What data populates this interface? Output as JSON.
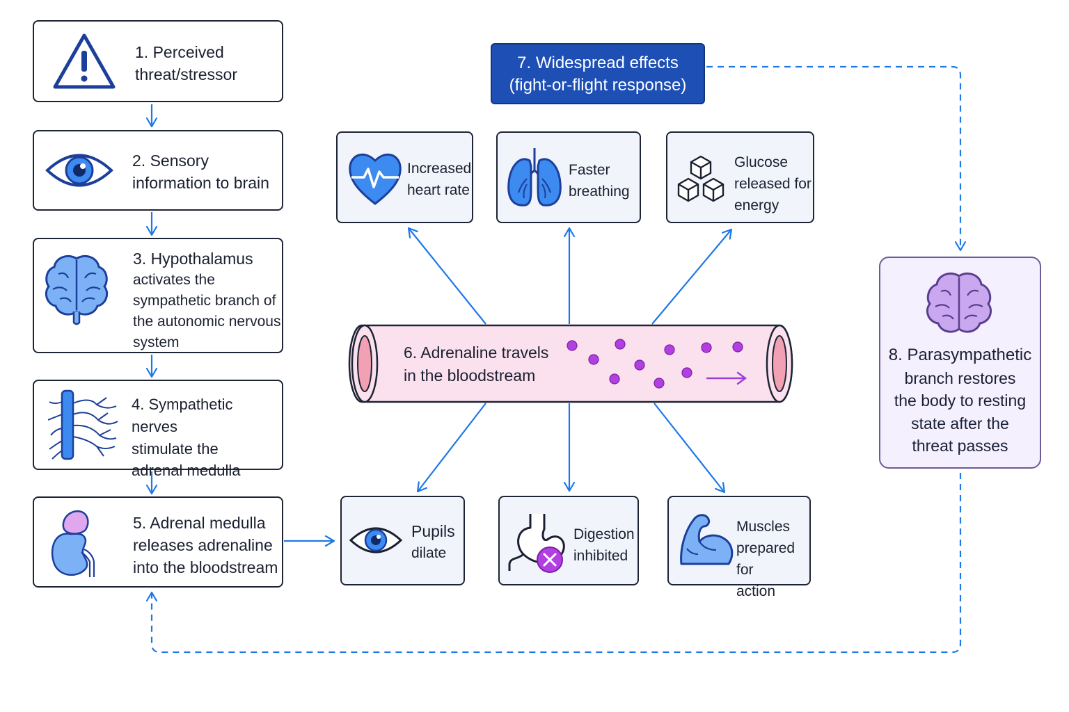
{
  "steps": [
    {
      "id": "1",
      "lines": [
        "1. Perceived",
        "threat/stressor"
      ],
      "icon": "warning-icon"
    },
    {
      "id": "2",
      "lines": [
        "2. Sensory",
        "information to brain"
      ],
      "icon": "eye-icon"
    },
    {
      "id": "3",
      "lines": [
        "3. Hypothalamus",
        "activates the",
        "sympathetic branch of",
        "the autonomic nervous",
        "system"
      ],
      "icon": "brain-icon"
    },
    {
      "id": "4",
      "lines": [
        "4. Sympathetic nerves",
        "stimulate the",
        "adrenal medulla"
      ],
      "icon": "nerve-icon"
    },
    {
      "id": "5",
      "lines": [
        "5. Adrenal medulla",
        "releases adrenaline",
        "into the bloodstream"
      ],
      "icon": "kidney-icon"
    }
  ],
  "bloodstream": {
    "lines": [
      "6. Adrenaline travels",
      "in the bloodstream"
    ],
    "icon": "blood-vessel-icon"
  },
  "widespread": {
    "lines": [
      "7. Widespread effects",
      "(fight-or-flight response)"
    ]
  },
  "effects_top": [
    {
      "lines": [
        "Increased",
        "heart rate"
      ],
      "icon": "heart-icon"
    },
    {
      "lines": [
        "Faster",
        "breathing"
      ],
      "icon": "lungs-icon"
    },
    {
      "lines": [
        "Glucose",
        "released for",
        "energy"
      ],
      "icon": "cubes-icon"
    }
  ],
  "effects_bottom": [
    {
      "lines": [
        "Pupils",
        "dilate"
      ],
      "icon": "eye-icon"
    },
    {
      "lines": [
        "Digestion",
        "inhibited"
      ],
      "icon": "stomach-icon"
    },
    {
      "lines": [
        "Muscles",
        "prepared for",
        "action"
      ],
      "icon": "muscle-icon"
    }
  ],
  "parasympathetic": {
    "lines": [
      "8. Parasympathetic",
      "branch restores",
      "the body to resting",
      "state after the",
      "threat passes"
    ],
    "icon": "brain-icon"
  },
  "colors": {
    "arrow": "#1e78e6",
    "box_border": "#1d2433",
    "widespread_fill": "#1d4fb5",
    "vessel_fill": "#fbe0ee",
    "vessel_end": "#f2a1b5",
    "molecule": "#b23fe0",
    "parasympathetic_fill": "#f4f0fd",
    "parasympathetic_border": "#6d5a98",
    "icon_blue": "#3d8af0",
    "icon_purple": "#b07ee6"
  }
}
